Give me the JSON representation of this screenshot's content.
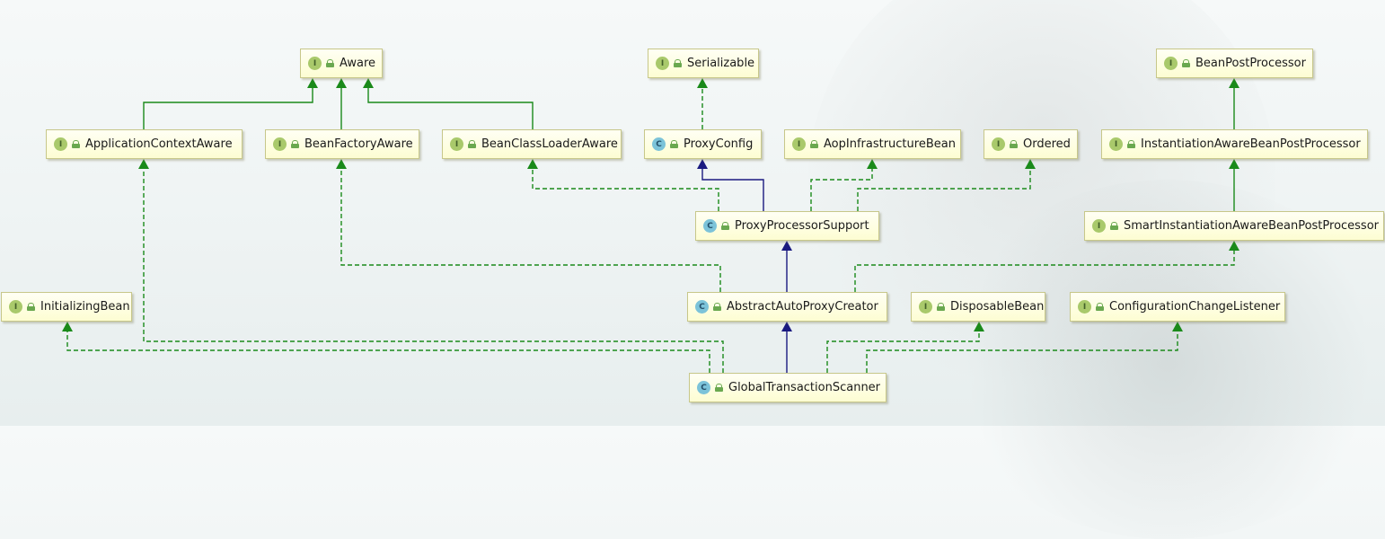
{
  "colors": {
    "implements": "#1a8a1a",
    "extends": "#1a1a80",
    "node_fill": "#fdfdd2",
    "node_border": "#c7c78a"
  },
  "nodes": {
    "aware": {
      "label": "Aware",
      "kind": "interface",
      "kind_letter": "I"
    },
    "serializable": {
      "label": "Serializable",
      "kind": "interface",
      "kind_letter": "I"
    },
    "beanpostprocessor": {
      "label": "BeanPostProcessor",
      "kind": "interface",
      "kind_letter": "I"
    },
    "applicationcontextaware": {
      "label": "ApplicationContextAware",
      "kind": "interface",
      "kind_letter": "I"
    },
    "beanfactoryaware": {
      "label": "BeanFactoryAware",
      "kind": "interface",
      "kind_letter": "I"
    },
    "beanclassloaderaware": {
      "label": "BeanClassLoaderAware",
      "kind": "interface",
      "kind_letter": "I"
    },
    "proxyconfig": {
      "label": "ProxyConfig",
      "kind": "class",
      "kind_letter": "C"
    },
    "aopinfrastructurebean": {
      "label": "AopInfrastructureBean",
      "kind": "interface",
      "kind_letter": "I"
    },
    "ordered": {
      "label": "Ordered",
      "kind": "interface",
      "kind_letter": "I"
    },
    "instantiationawarebeanpostprocessor": {
      "label": "InstantiationAwareBeanPostProcessor",
      "kind": "interface",
      "kind_letter": "I"
    },
    "proxyprocessorsupport": {
      "label": "ProxyProcessorSupport",
      "kind": "class",
      "kind_letter": "C"
    },
    "smartinstantiationawarebeanpostprocessor": {
      "label": "SmartInstantiationAwareBeanPostProcessor",
      "kind": "interface",
      "kind_letter": "I"
    },
    "initializingbean": {
      "label": "InitializingBean",
      "kind": "interface",
      "kind_letter": "I"
    },
    "abstractautoproxycreator": {
      "label": "AbstractAutoProxyCreator",
      "kind": "class",
      "kind_letter": "C"
    },
    "disposablebean": {
      "label": "DisposableBean",
      "kind": "interface",
      "kind_letter": "I"
    },
    "configurationchangelistener": {
      "label": "ConfigurationChangeListener",
      "kind": "interface",
      "kind_letter": "I"
    },
    "globaltransactionscanner": {
      "label": "GlobalTransactionScanner",
      "kind": "class",
      "kind_letter": "C"
    }
  },
  "edges": [
    {
      "from": "applicationcontextaware",
      "to": "aware",
      "type": "extends-interface"
    },
    {
      "from": "beanfactoryaware",
      "to": "aware",
      "type": "extends-interface"
    },
    {
      "from": "beanclassloaderaware",
      "to": "aware",
      "type": "extends-interface"
    },
    {
      "from": "proxyconfig",
      "to": "serializable",
      "type": "implements"
    },
    {
      "from": "instantiationawarebeanpostprocessor",
      "to": "beanpostprocessor",
      "type": "extends-interface"
    },
    {
      "from": "smartinstantiationawarebeanpostprocessor",
      "to": "instantiationawarebeanpostprocessor",
      "type": "extends-interface"
    },
    {
      "from": "proxyprocessorsupport",
      "to": "proxyconfig",
      "type": "extends"
    },
    {
      "from": "proxyprocessorsupport",
      "to": "beanclassloaderaware",
      "type": "implements"
    },
    {
      "from": "proxyprocessorsupport",
      "to": "aopinfrastructurebean",
      "type": "implements"
    },
    {
      "from": "proxyprocessorsupport",
      "to": "ordered",
      "type": "implements"
    },
    {
      "from": "abstractautoproxycreator",
      "to": "proxyprocessorsupport",
      "type": "extends"
    },
    {
      "from": "abstractautoproxycreator",
      "to": "beanfactoryaware",
      "type": "implements"
    },
    {
      "from": "abstractautoproxycreator",
      "to": "smartinstantiationawarebeanpostprocessor",
      "type": "implements"
    },
    {
      "from": "globaltransactionscanner",
      "to": "abstractautoproxycreator",
      "type": "extends"
    },
    {
      "from": "globaltransactionscanner",
      "to": "applicationcontextaware",
      "type": "implements"
    },
    {
      "from": "globaltransactionscanner",
      "to": "initializingbean",
      "type": "implements"
    },
    {
      "from": "globaltransactionscanner",
      "to": "disposablebean",
      "type": "implements"
    },
    {
      "from": "globaltransactionscanner",
      "to": "configurationchangelistener",
      "type": "implements"
    }
  ]
}
